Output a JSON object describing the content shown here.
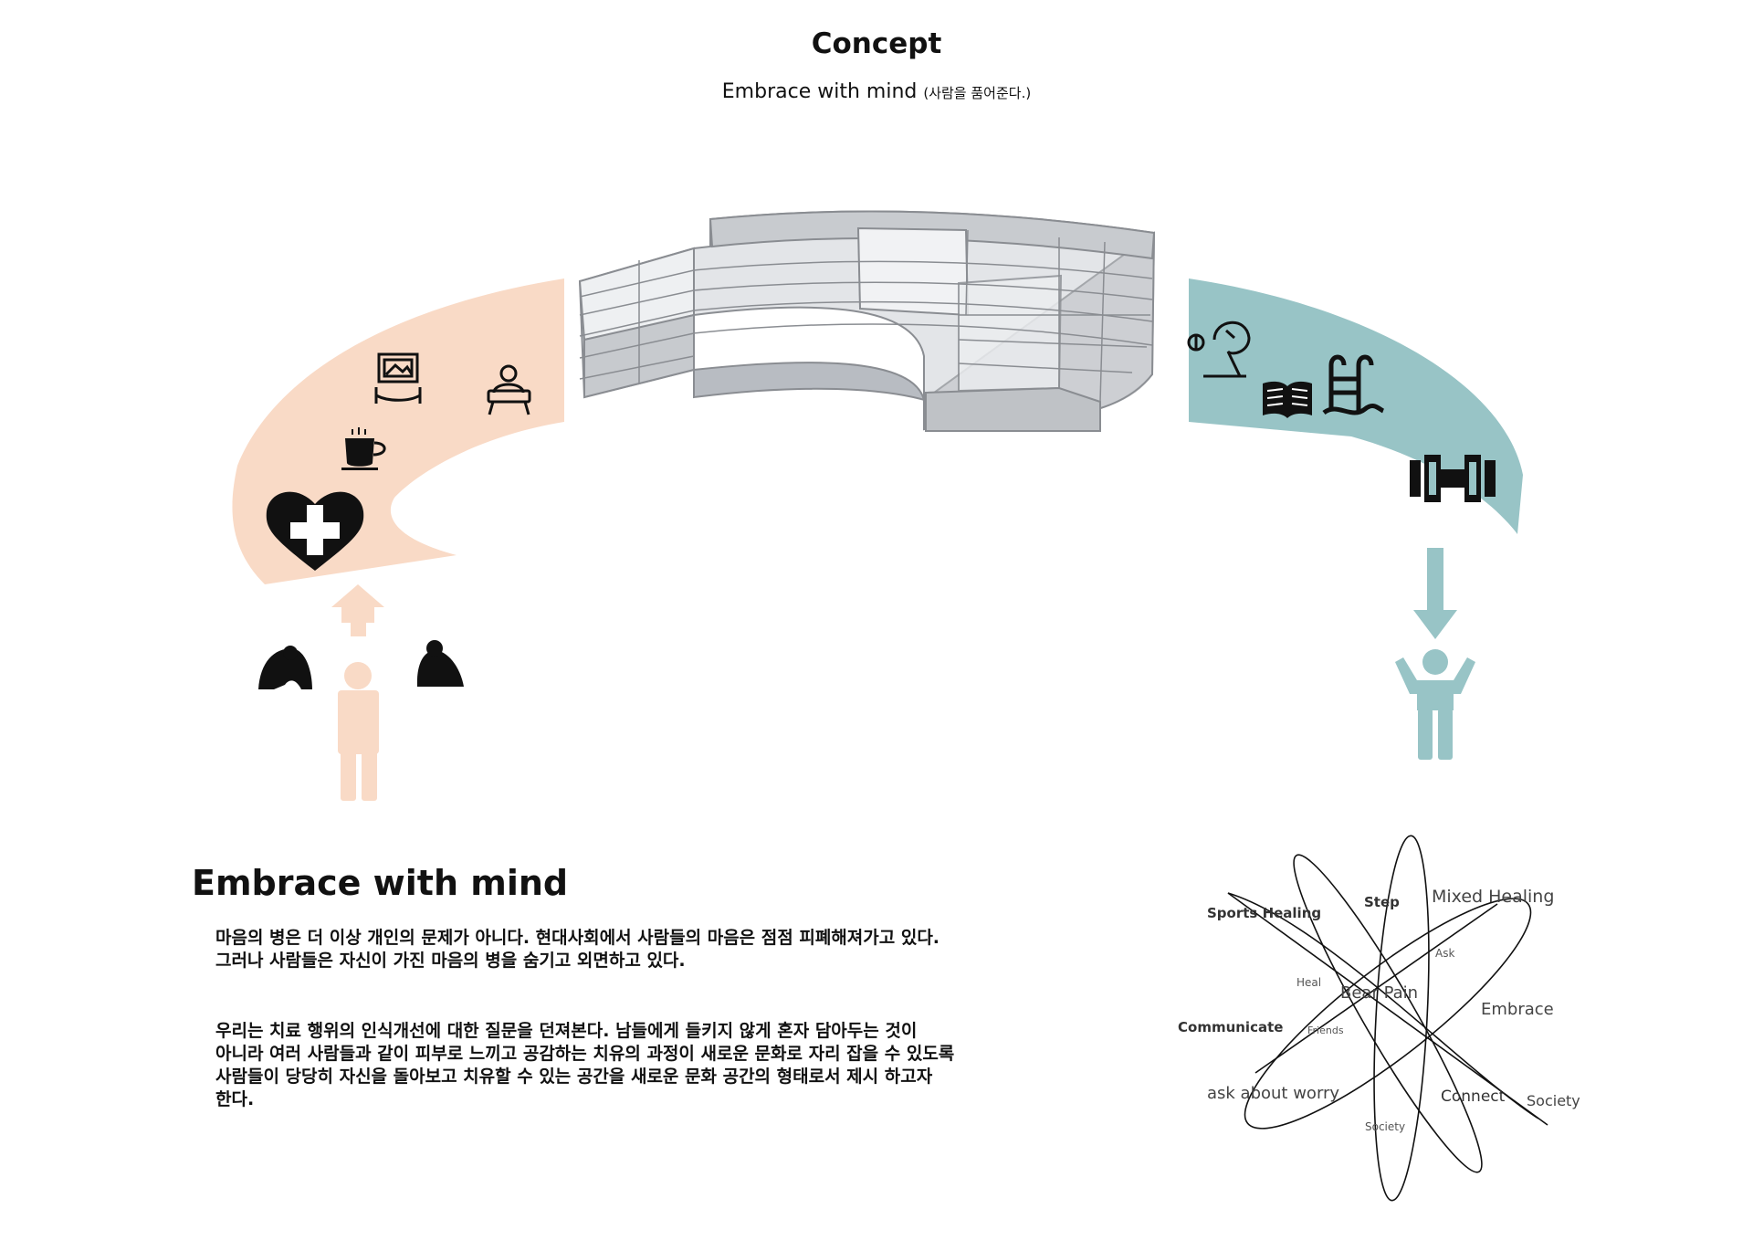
{
  "header": {
    "title": "Concept",
    "subtitle": "Embrace with mind",
    "subtitle_korean": "(사람을 품어준다.)"
  },
  "colors": {
    "left_arc": "#f9dac6",
    "right_arc": "#98c4c6",
    "building": "#b8bcc2",
    "icon": "#111111"
  },
  "left_icons": [
    "framed-picture-icon",
    "counselor-desk-icon",
    "coffee-cup-icon",
    "heart-plus-icon",
    "sitting-depressed-person-icon",
    "crouching-person-icon",
    "person-up-arrow-icon"
  ],
  "right_icons": [
    "pill-and-person-icon",
    "book-icon",
    "pool-ladder-icon",
    "dumbbell-icon",
    "person-down-arrow-icon"
  ],
  "body": {
    "heading": "Embrace with mind",
    "paragraph1": [
      "마음의 병은 더 이상 개인의 문제가 아니다. 현대사회에서 사람들의 마음은 점점 피폐해져가고 있다.",
      "그러나 사람들은 자신이 가진 마음의 병을 숨기고 외면하고 있다."
    ],
    "paragraph2": [
      "우리는 치료 행위의 인식개선에 대한 질문을 던져본다. 남들에게 들키지 않게 혼자 담아두는 것이",
      "아니라 여러 사람들과 같이 피부로 느끼고 공감하는 치유의 과정이 새로운 문화로 자리 잡을 수 있도록",
      "사람들이 당당히 자신을 돌아보고 치유할 수 있는 공간을 새로운 문화 공간의 형태로서 제시 하고자",
      "한다."
    ]
  },
  "wordmap": {
    "sports_healing": "Sports Healing",
    "step": "Step",
    "mixed_healing": "Mixed Healing",
    "ask": "Ask",
    "heal": "Heal",
    "bear_pain": "Bear Pain",
    "embrace": "Embrace",
    "communicate": "Communicate",
    "friends": "Friends",
    "ask_about_worry": "ask about worry",
    "connect": "Connect",
    "society_right": "Society",
    "society_bottom": "Society"
  }
}
